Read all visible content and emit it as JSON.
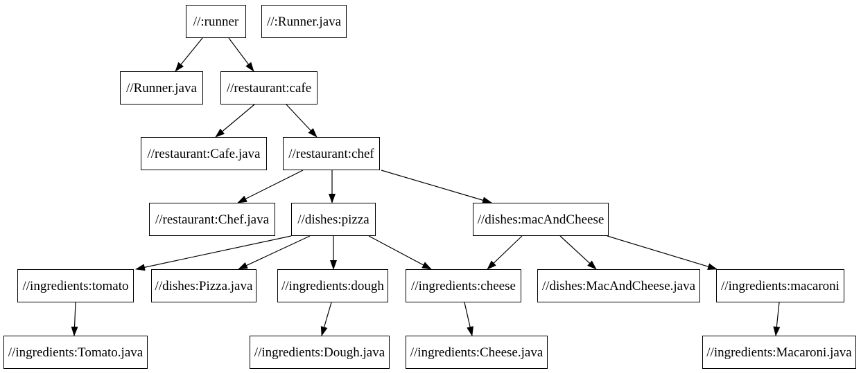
{
  "diagram": {
    "type": "directed-dependency-graph",
    "colors": {
      "background": "#ffffff",
      "node_fill": "#ffffff",
      "node_border": "#000000",
      "edge": "#000000",
      "text": "#000000"
    },
    "nodes": [
      {
        "id": "runner",
        "label": "//:runner"
      },
      {
        "id": "runner-java-target",
        "label": "//:Runner.java"
      },
      {
        "id": "runner-java",
        "label": "//Runner.java"
      },
      {
        "id": "cafe",
        "label": "//restaurant:cafe"
      },
      {
        "id": "cafe-java",
        "label": "//restaurant:Cafe.java"
      },
      {
        "id": "chef",
        "label": "//restaurant:chef"
      },
      {
        "id": "chef-java",
        "label": "//restaurant:Chef.java"
      },
      {
        "id": "pizza",
        "label": "//dishes:pizza"
      },
      {
        "id": "mac-and-cheese",
        "label": "//dishes:macAndCheese"
      },
      {
        "id": "tomato",
        "label": "//ingredients:tomato"
      },
      {
        "id": "pizza-java",
        "label": "//dishes:Pizza.java"
      },
      {
        "id": "dough",
        "label": "//ingredients:dough"
      },
      {
        "id": "cheese",
        "label": "//ingredients:cheese"
      },
      {
        "id": "mac-and-cheese-java",
        "label": "//dishes:MacAndCheese.java"
      },
      {
        "id": "macaroni",
        "label": "//ingredients:macaroni"
      },
      {
        "id": "tomato-java",
        "label": "//ingredients:Tomato.java"
      },
      {
        "id": "dough-java",
        "label": "//ingredients:Dough.java"
      },
      {
        "id": "cheese-java",
        "label": "//ingredients:Cheese.java"
      },
      {
        "id": "macaroni-java",
        "label": "//ingredients:Macaroni.java"
      }
    ],
    "edges": [
      {
        "from": "//:runner",
        "to": "//Runner.java"
      },
      {
        "from": "//:runner",
        "to": "//restaurant:cafe"
      },
      {
        "from": "//restaurant:cafe",
        "to": "//restaurant:Cafe.java"
      },
      {
        "from": "//restaurant:cafe",
        "to": "//restaurant:chef"
      },
      {
        "from": "//restaurant:chef",
        "to": "//restaurant:Chef.java"
      },
      {
        "from": "//restaurant:chef",
        "to": "//dishes:pizza"
      },
      {
        "from": "//restaurant:chef",
        "to": "//dishes:macAndCheese"
      },
      {
        "from": "//dishes:pizza",
        "to": "//ingredients:tomato"
      },
      {
        "from": "//dishes:pizza",
        "to": "//dishes:Pizza.java"
      },
      {
        "from": "//dishes:pizza",
        "to": "//ingredients:dough"
      },
      {
        "from": "//dishes:pizza",
        "to": "//ingredients:cheese"
      },
      {
        "from": "//dishes:macAndCheese",
        "to": "//ingredients:cheese"
      },
      {
        "from": "//dishes:macAndCheese",
        "to": "//dishes:MacAndCheese.java"
      },
      {
        "from": "//dishes:macAndCheese",
        "to": "//ingredients:macaroni"
      },
      {
        "from": "//ingredients:tomato",
        "to": "//ingredients:Tomato.java"
      },
      {
        "from": "//ingredients:dough",
        "to": "//ingredients:Dough.java"
      },
      {
        "from": "//ingredients:cheese",
        "to": "//ingredients:Cheese.java"
      },
      {
        "from": "//ingredients:macaroni",
        "to": "//ingredients:Macaroni.java"
      }
    ]
  }
}
